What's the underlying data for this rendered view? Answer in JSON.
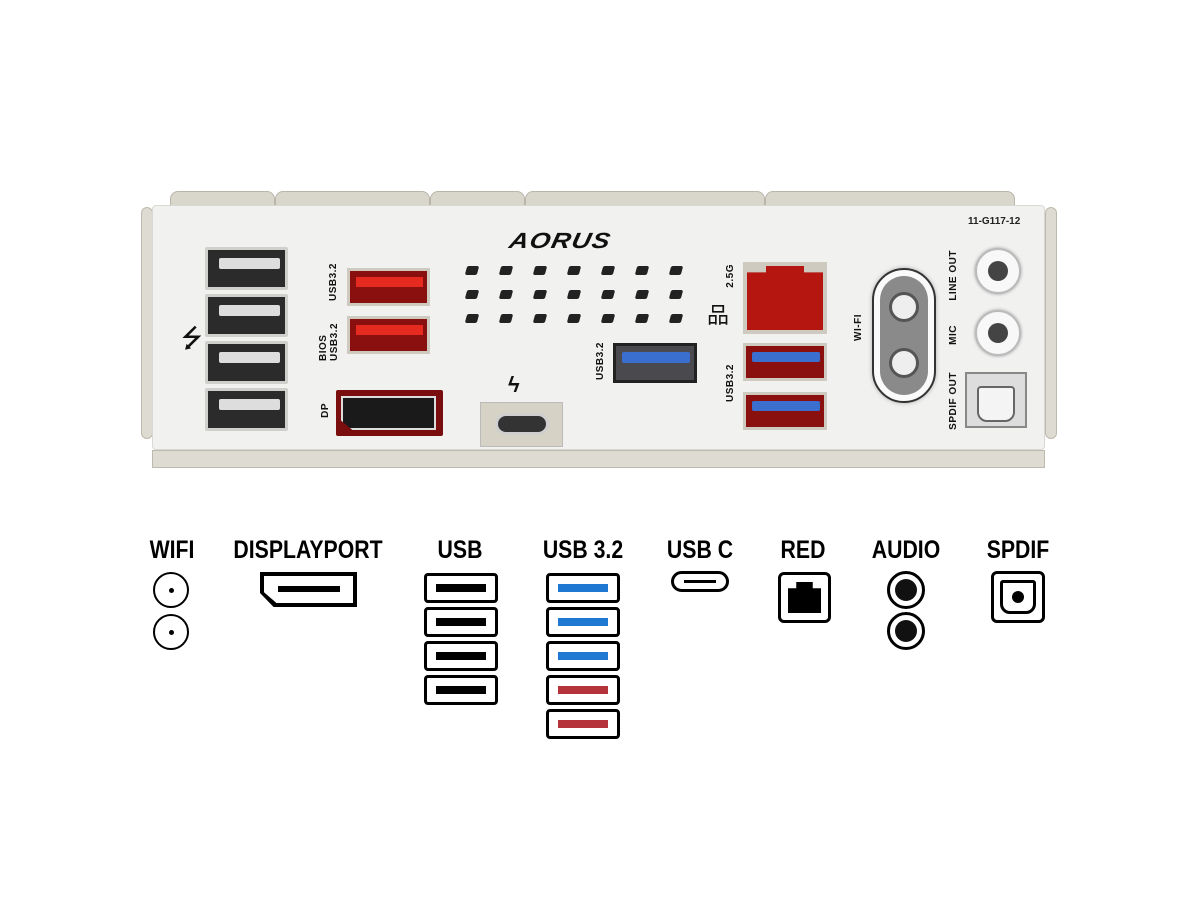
{
  "panel": {
    "brand": "AORUS",
    "part_number": "11-G117-12",
    "labels": {
      "usb32_top": "USB3.2",
      "bios_usb32": "BIOS USB3.2",
      "dp": "DP",
      "usb32_blue": "USB3.2",
      "lan_speed": "2.5G",
      "usb32_right": "USB3.2",
      "wifi": "WI-FI",
      "line_out": "LINE OUT",
      "mic": "MIC",
      "spdif_out": "SPDIF OUT"
    }
  },
  "legend": {
    "wifi": "WIFI",
    "displayport": "DISPLAYPORT",
    "usb": "USB",
    "usb32": "USB 3.2",
    "usbc": "USB C",
    "red": "RED",
    "audio": "AUDIO",
    "spdif": "SPDIF"
  },
  "colors": {
    "usb32_blue": "#1f78d1",
    "usb32_red": "#b5343c"
  }
}
